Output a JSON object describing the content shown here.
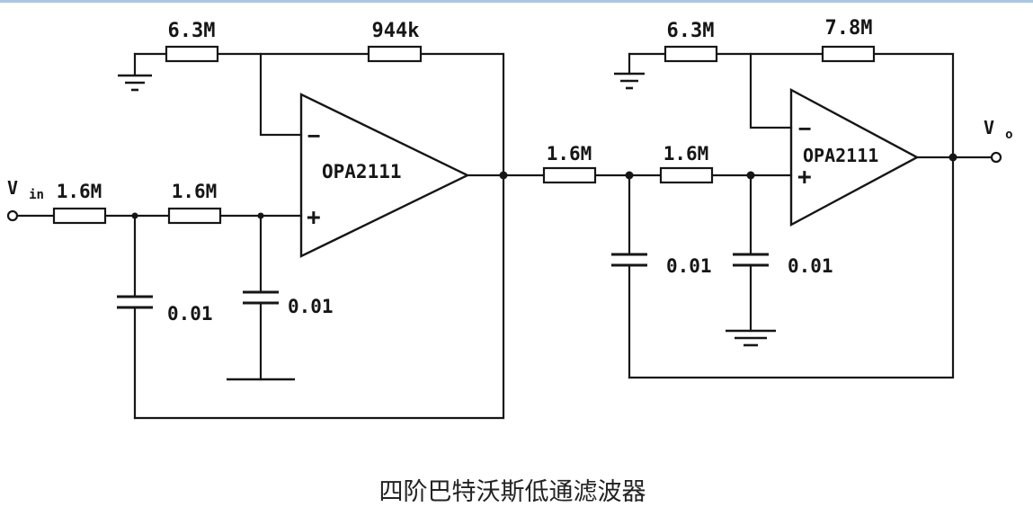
{
  "caption": "四阶巴特沃斯低通滤波器",
  "terminals": {
    "input": {
      "base": "V",
      "sub": "in"
    },
    "output": {
      "base": "V",
      "sub": "o"
    }
  },
  "stage1": {
    "r_series_1": "1.6M",
    "r_series_2": "1.6M",
    "r_ground": "6.3M",
    "r_feedback": "944k",
    "c_feedback": "0.01",
    "c_ground": "0.01",
    "opamp": {
      "label": "OPA2111",
      "minus": "−",
      "plus": "+"
    }
  },
  "stage2": {
    "r_series_1": "1.6M",
    "r_series_2": "1.6M",
    "r_ground": "6.3M",
    "r_feedback": "7.8M",
    "c_feedback": "0.01",
    "c_ground": "0.01",
    "opamp": {
      "label": "OPA2111",
      "minus": "−",
      "plus": "+"
    }
  },
  "colors": {
    "ink": "#161616",
    "background": "#ffffff",
    "top_border": "#a9c7e3"
  }
}
